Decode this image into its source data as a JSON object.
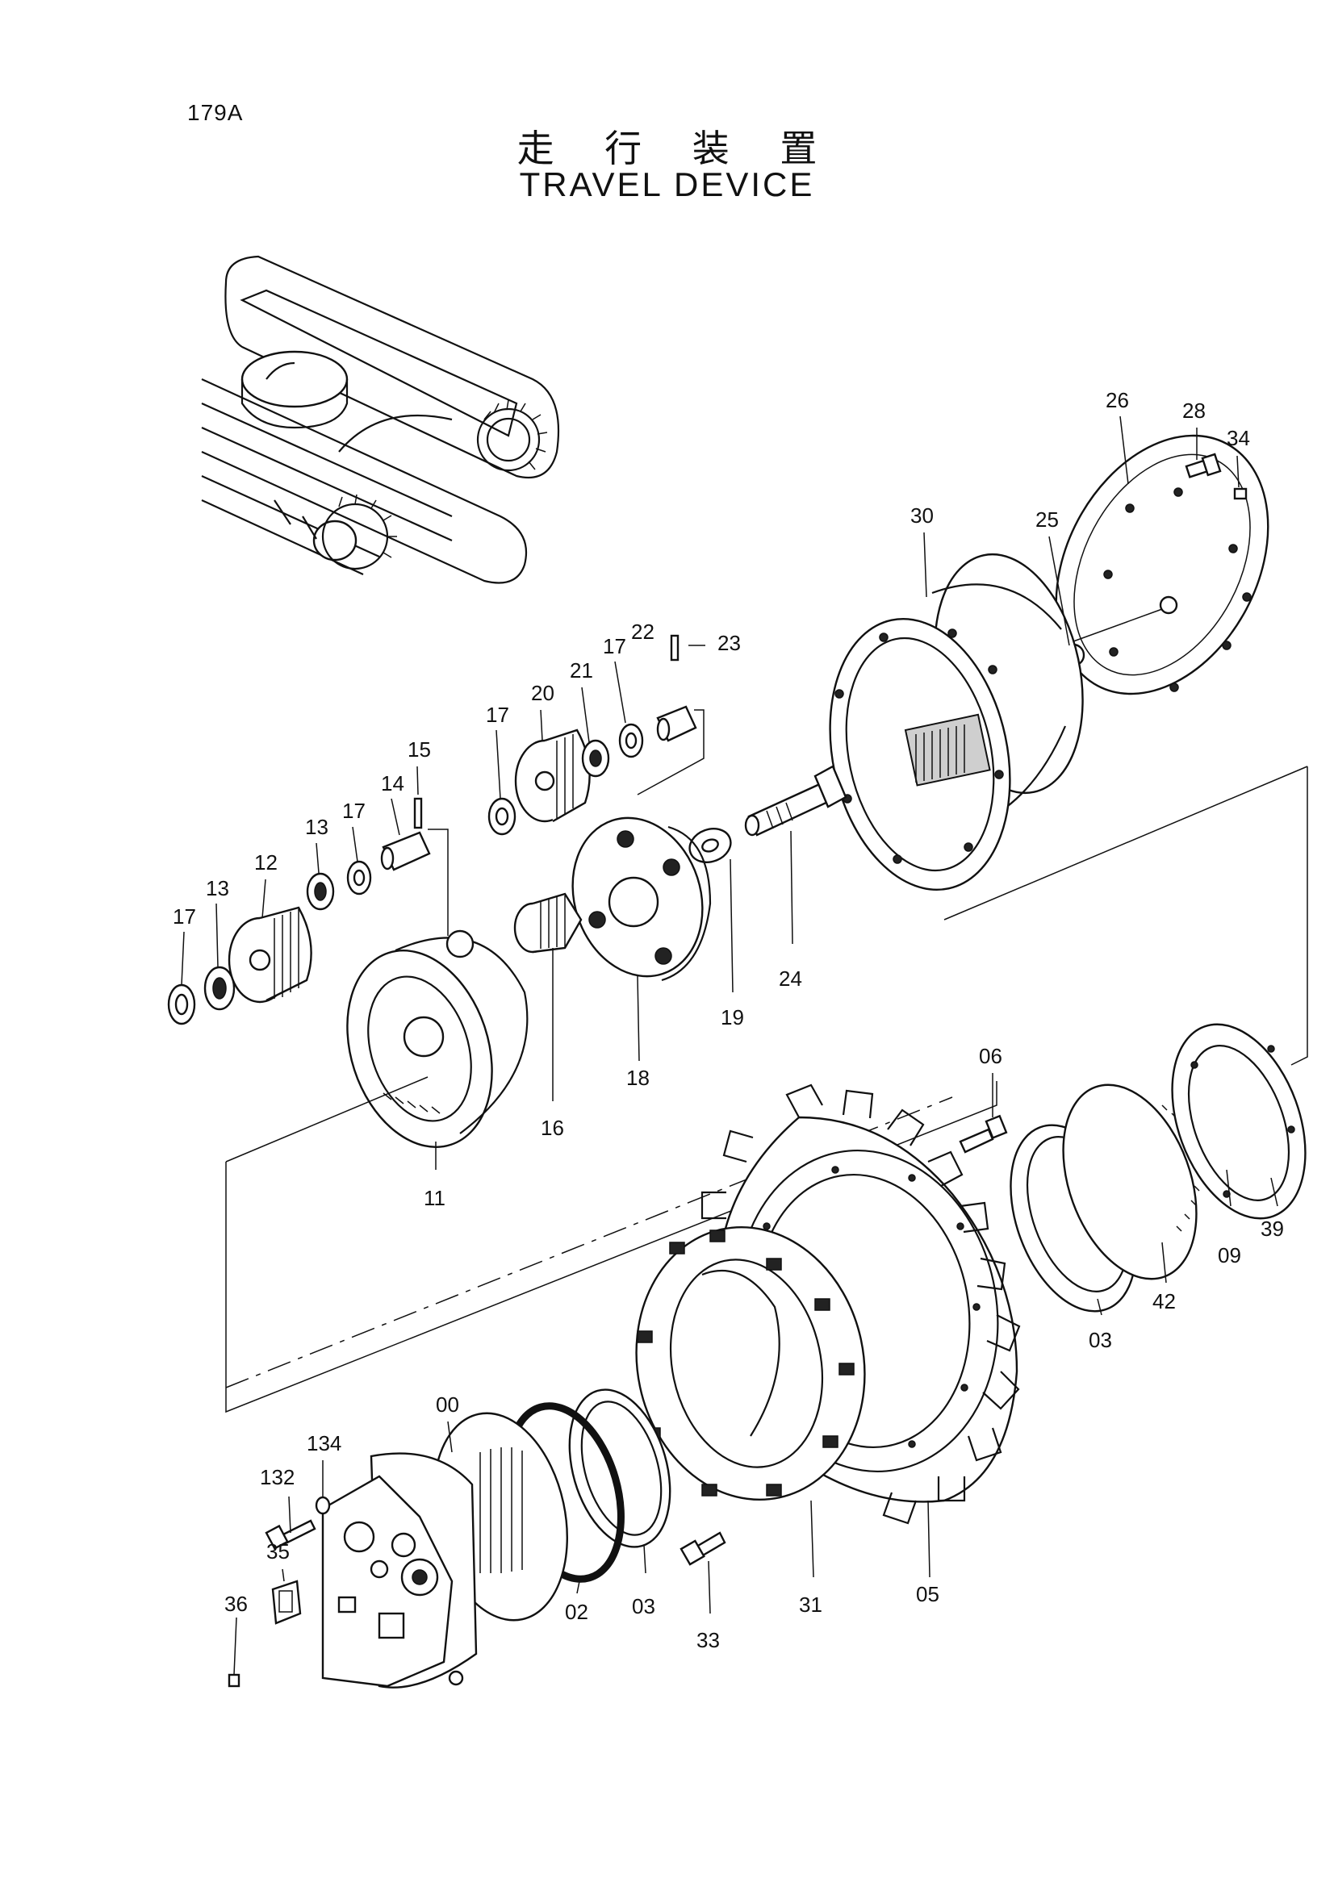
{
  "page_number": "179A",
  "title_jp": "走 行 装 置",
  "title_en": "TRAVEL DEVICE",
  "part_callouts": [
    {
      "id": "c-26",
      "text": "26"
    },
    {
      "id": "c-28",
      "text": "28"
    },
    {
      "id": "c-34",
      "text": "34"
    },
    {
      "id": "c-30",
      "text": "30"
    },
    {
      "id": "c-25",
      "text": "25"
    },
    {
      "id": "c-22",
      "text": "22"
    },
    {
      "id": "c-23",
      "text": "23"
    },
    {
      "id": "c-21",
      "text": "21"
    },
    {
      "id": "c-17a",
      "text": "17"
    },
    {
      "id": "c-20",
      "text": "20"
    },
    {
      "id": "c-17b",
      "text": "17"
    },
    {
      "id": "c-15",
      "text": "15"
    },
    {
      "id": "c-14",
      "text": "14"
    },
    {
      "id": "c-17c",
      "text": "17"
    },
    {
      "id": "c-13a",
      "text": "13"
    },
    {
      "id": "c-12",
      "text": "12"
    },
    {
      "id": "c-13b",
      "text": "13"
    },
    {
      "id": "c-17d",
      "text": "17"
    },
    {
      "id": "c-24",
      "text": "24"
    },
    {
      "id": "c-19",
      "text": "19"
    },
    {
      "id": "c-18",
      "text": "18"
    },
    {
      "id": "c-16",
      "text": "16"
    },
    {
      "id": "c-11",
      "text": "11"
    },
    {
      "id": "c-06",
      "text": "06"
    },
    {
      "id": "c-09",
      "text": "09"
    },
    {
      "id": "c-39",
      "text": "39"
    },
    {
      "id": "c-42",
      "text": "42"
    },
    {
      "id": "c-03a",
      "text": "03"
    },
    {
      "id": "c-00",
      "text": "00"
    },
    {
      "id": "c-134",
      "text": "134"
    },
    {
      "id": "c-132",
      "text": "132"
    },
    {
      "id": "c-35",
      "text": "35"
    },
    {
      "id": "c-36",
      "text": "36"
    },
    {
      "id": "c-02",
      "text": "02"
    },
    {
      "id": "c-03b",
      "text": "03"
    },
    {
      "id": "c-33",
      "text": "33"
    },
    {
      "id": "c-31",
      "text": "31"
    },
    {
      "id": "c-05",
      "text": "05"
    }
  ]
}
